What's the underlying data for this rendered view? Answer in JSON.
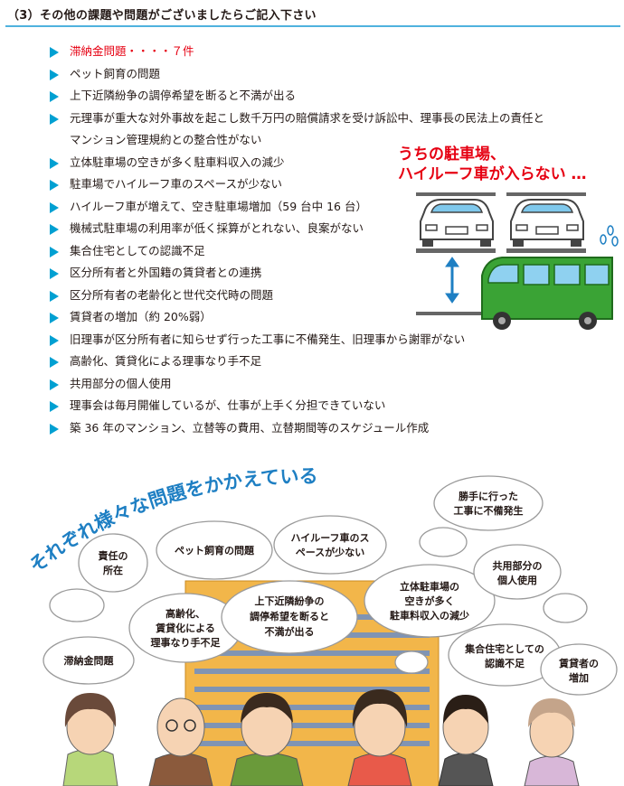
{
  "header": {
    "title": "（3）その他の課題や問題がございましたらご記入下さい"
  },
  "items": [
    {
      "text": "滞納金問題・・・・７件",
      "highlight": true
    },
    {
      "text": "ペット飼育の問題"
    },
    {
      "text": "上下近隣紛争の調停希望を断ると不満が出る"
    },
    {
      "text": "元理事が重大な対外事故を起こし数千万円の賠償請求を受け訴訟中、理事長の民法上の責任と"
    },
    {
      "text": "マンション管理規約との整合性がない",
      "continuation": true
    },
    {
      "text": "立体駐車場の空きが多く駐車料収入の減少"
    },
    {
      "text": "駐車場でハイルーフ車のスペースが少ない"
    },
    {
      "text": "ハイルーフ車が増えて、空き駐車場増加（59 台中 16 台）"
    },
    {
      "text": "機械式駐車場の利用率が低く採算がとれない、良案がない"
    },
    {
      "text": "集合住宅としての認識不足"
    },
    {
      "text": "区分所有者と外国籍の賃貸者との連携"
    },
    {
      "text": "区分所有者の老齢化と世代交代時の問題"
    },
    {
      "text": "賃貸者の増加（約 20%弱）"
    },
    {
      "text": "旧理事が区分所有者に知らせず行った工事に不備発生、旧理事から謝罪がない"
    },
    {
      "text": "高齢化、賃貸化による理事なり手不足"
    },
    {
      "text": "共用部分の個人使用"
    },
    {
      "text": "理事会は毎月開催しているが、仕事が上手く分担できていない"
    },
    {
      "text": "築 36 年のマンション、立替等の費用、立替期間等のスケジュール作成"
    }
  ],
  "callout": {
    "line1": "うちの駐車場、",
    "line2": "ハイルーフ車が入らない …"
  },
  "illustration": {
    "arc_title": "それぞれ様々な問題をかかえている",
    "bubbles": {
      "tainou": "滞納金問題",
      "sekinin_1": "責任の",
      "sekinin_2": "所在",
      "pet": "ペット飼育の問題",
      "koureika_1": "高齢化、",
      "koureika_2": "賃貸化による",
      "koureika_3": "理事なり手不足",
      "kinrin_1": "上下近隣紛争の",
      "kinrin_2": "調停希望を断ると",
      "kinrin_3": "不満が出る",
      "highroof_1": "ハイルーフ車のス",
      "highroof_2": "ペースが少ない",
      "rittai_1": "立体駐車場の",
      "rittai_2": "空きが多く",
      "rittai_3": "駐車料収入の減少",
      "katte_1": "勝手に行った",
      "katte_2": "工事に不備発生",
      "kyouyou_1": "共用部分の",
      "kyouyou_2": "個人使用",
      "shuugou_1": "集合住宅としての",
      "shuugou_2": "認識不足",
      "chintai_1": "賃貸者の",
      "chintai_2": "増加"
    }
  },
  "colors": {
    "accent": "#00a0d2",
    "highlight": "#e60012",
    "title_blue": "#1e7fc3",
    "header_rule": "#4fb2de",
    "car_green": "#3aa335",
    "building": "#f2b64a"
  }
}
